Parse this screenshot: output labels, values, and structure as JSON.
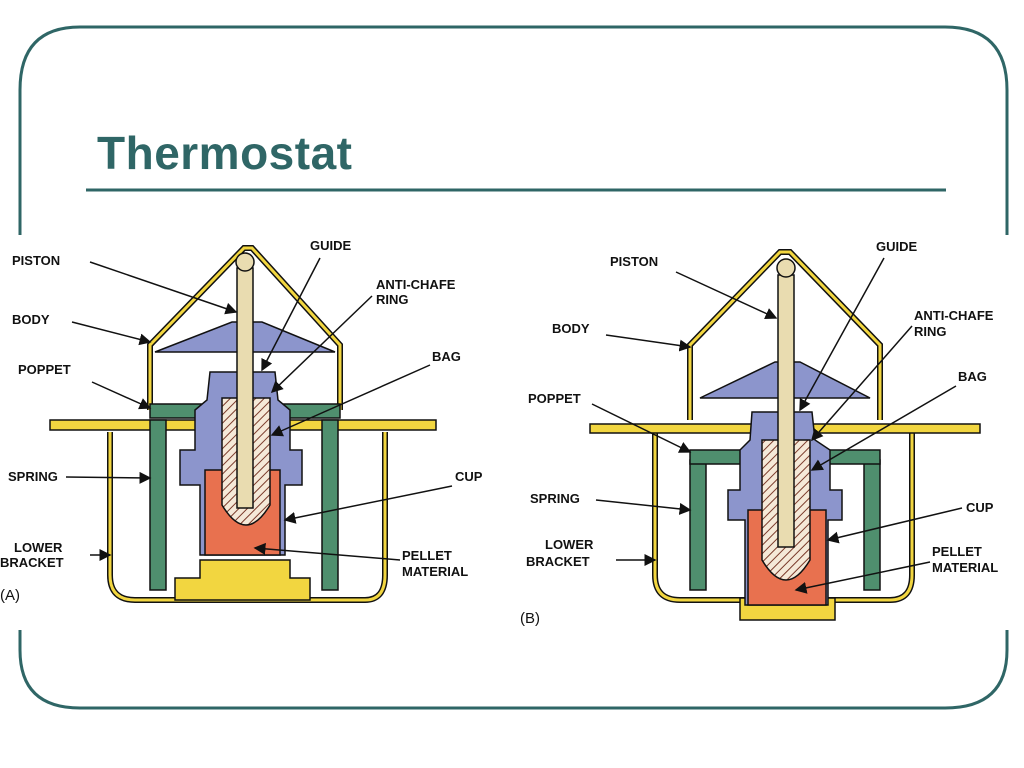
{
  "slide": {
    "title": "Thermostat",
    "colors": {
      "frame": "#2f6666",
      "title": "#2f6666",
      "body": "#f2d640",
      "blue": "#8c95cc",
      "green": "#4f8f6e",
      "pellet": "#e8714f",
      "piston": "#e9dcb0"
    }
  },
  "figure_a": {
    "caption": "(A)",
    "labels": {
      "piston": "PISTON",
      "body": "BODY",
      "poppet": "POPPET",
      "spring": "SPRING",
      "lower_1": "LOWER",
      "lower_2": "BRACKET",
      "guide": "GUIDE",
      "anti_1": "ANTI-CHAFE",
      "anti_2": "RING",
      "bag": "BAG",
      "cup": "CUP",
      "pellet_1": "PELLET",
      "pellet_2": "MATERIAL"
    }
  },
  "figure_b": {
    "caption": "(B)",
    "labels": {
      "piston": "PISTON",
      "body": "BODY",
      "poppet": "POPPET",
      "spring": "SPRING",
      "lower_1": "LOWER",
      "lower_2": "BRACKET",
      "guide": "GUIDE",
      "anti_1": "ANTI-CHAFE",
      "anti_2": "RING",
      "bag": "BAG",
      "cup": "CUP",
      "pellet_1": "PELLET",
      "pellet_2": "MATERIAL"
    }
  }
}
